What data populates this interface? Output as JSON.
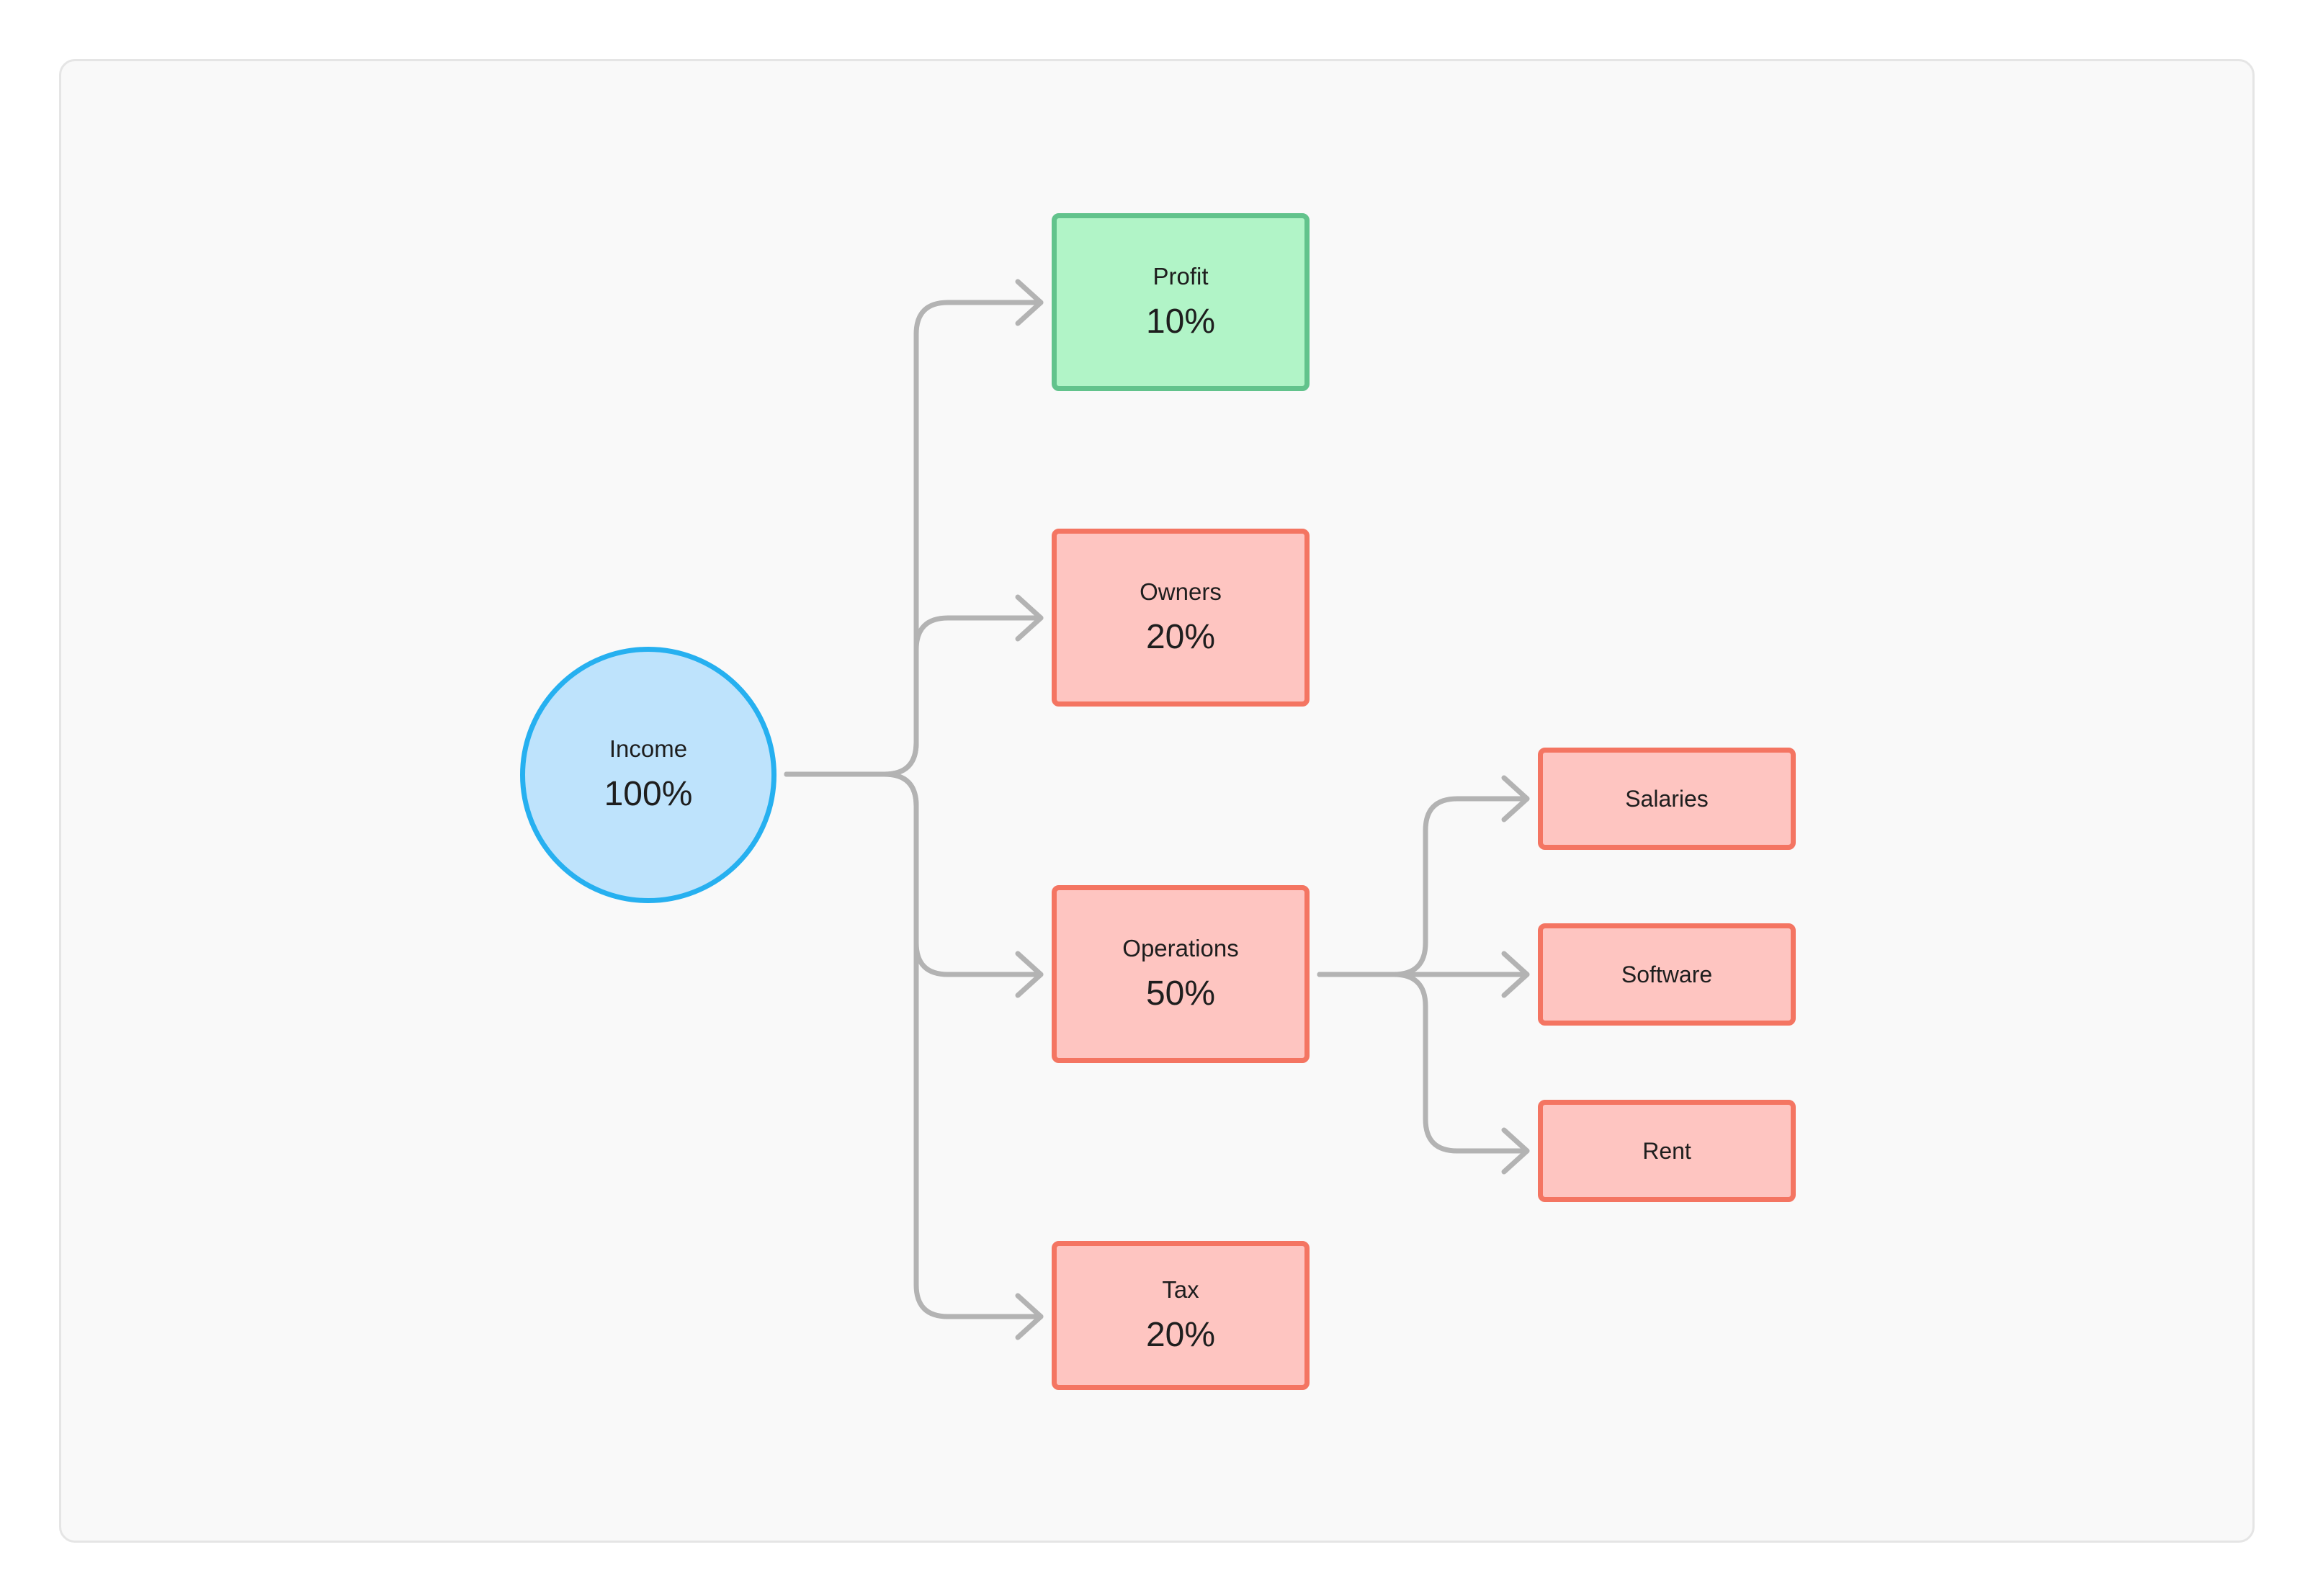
{
  "colors": {
    "income_fill": "#bee3fc",
    "income_stroke": "#26b0f0",
    "profit_fill": "#b1f4c7",
    "profit_stroke": "#62c38c",
    "expense_fill": "#fec5c1",
    "expense_stroke": "#f47562",
    "connector": "#b3b3b3",
    "canvas_background": "#f9f9f9"
  },
  "nodes": {
    "income": {
      "label": "Income",
      "value": "100%"
    },
    "profit": {
      "label": "Profit",
      "value": "10%"
    },
    "owners": {
      "label": "Owners",
      "value": "20%"
    },
    "operations": {
      "label": "Operations",
      "value": "50%"
    },
    "tax": {
      "label": "Tax",
      "value": "20%"
    },
    "salaries": {
      "label": "Salaries"
    },
    "software": {
      "label": "Software"
    },
    "rent": {
      "label": "Rent"
    }
  },
  "edges": [
    {
      "from": "income",
      "to": "profit"
    },
    {
      "from": "income",
      "to": "owners"
    },
    {
      "from": "income",
      "to": "operations"
    },
    {
      "from": "income",
      "to": "tax"
    },
    {
      "from": "operations",
      "to": "salaries"
    },
    {
      "from": "operations",
      "to": "software"
    },
    {
      "from": "operations",
      "to": "rent"
    }
  ]
}
